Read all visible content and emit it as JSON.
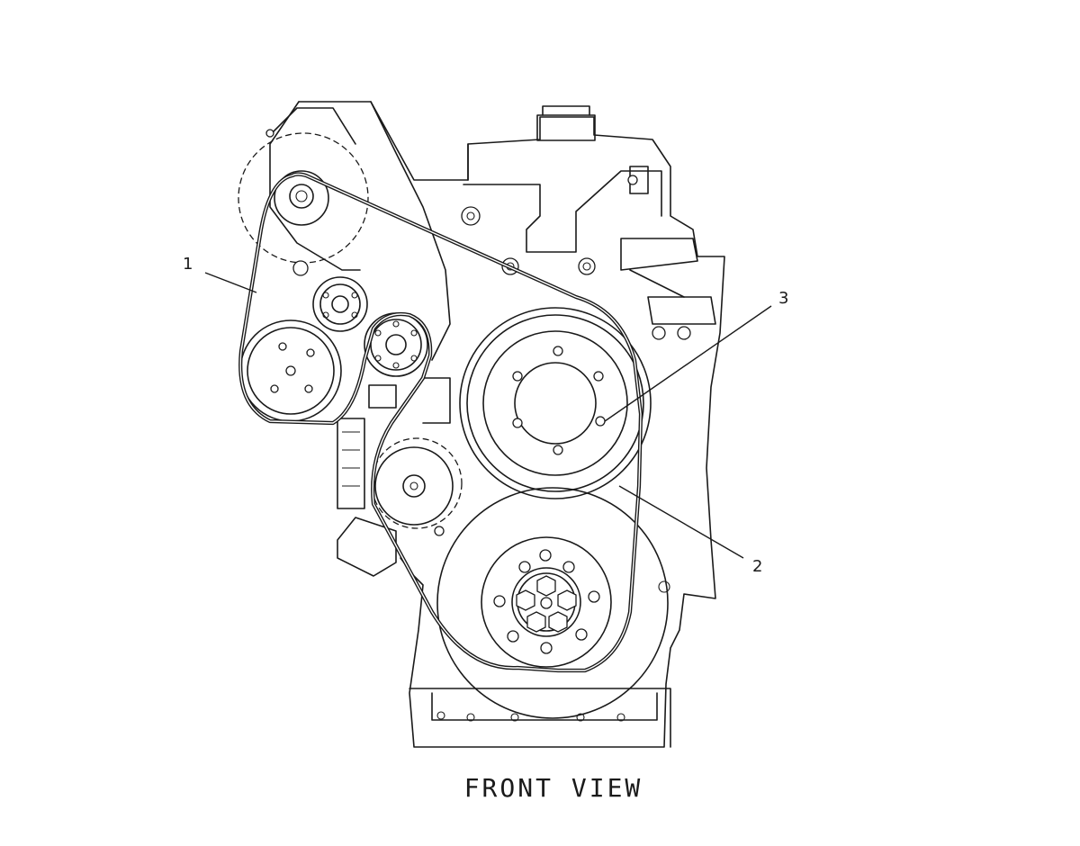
{
  "diagram": {
    "caption": "FRONT VIEW",
    "callouts": [
      {
        "number": "1",
        "target": "belt"
      },
      {
        "number": "2",
        "target": "damper-pulley"
      },
      {
        "number": "3",
        "target": "damper-bolt"
      }
    ]
  }
}
